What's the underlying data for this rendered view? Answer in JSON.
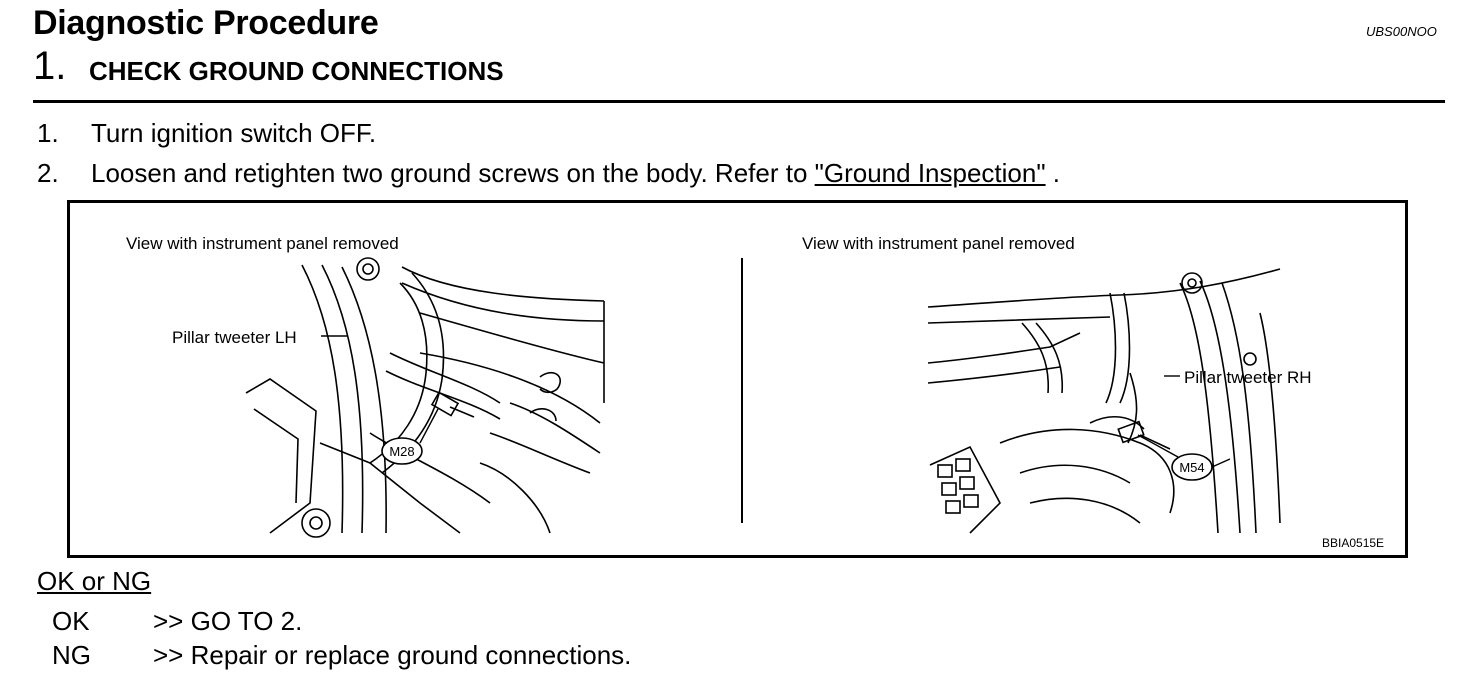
{
  "header": {
    "title": "Diagnostic Procedure",
    "doc_code": "UBS00NOO"
  },
  "step": {
    "number": "1.",
    "title": "CHECK GROUND CONNECTIONS"
  },
  "instructions": [
    {
      "number": "1.",
      "text": "Turn ignition switch OFF."
    },
    {
      "number": "2.",
      "text_before": "Loosen and retighten two ground screws on the body. Refer to ",
      "link": "\"Ground Inspection\"",
      "text_after": " ."
    }
  ],
  "figure": {
    "left_panel": {
      "caption": "View with instrument panel removed",
      "callout": "Pillar tweeter LH",
      "connector": "M28"
    },
    "right_panel": {
      "caption": "View with instrument panel removed",
      "callout": "Pillar tweeter RH",
      "connector": "M54"
    },
    "figure_id": "BBIA0515E"
  },
  "results": {
    "heading": "OK or NG",
    "items": [
      {
        "key": "OK",
        "action": ">> GO TO 2."
      },
      {
        "key": "NG",
        "action": ">> Repair or replace ground connections."
      }
    ]
  }
}
